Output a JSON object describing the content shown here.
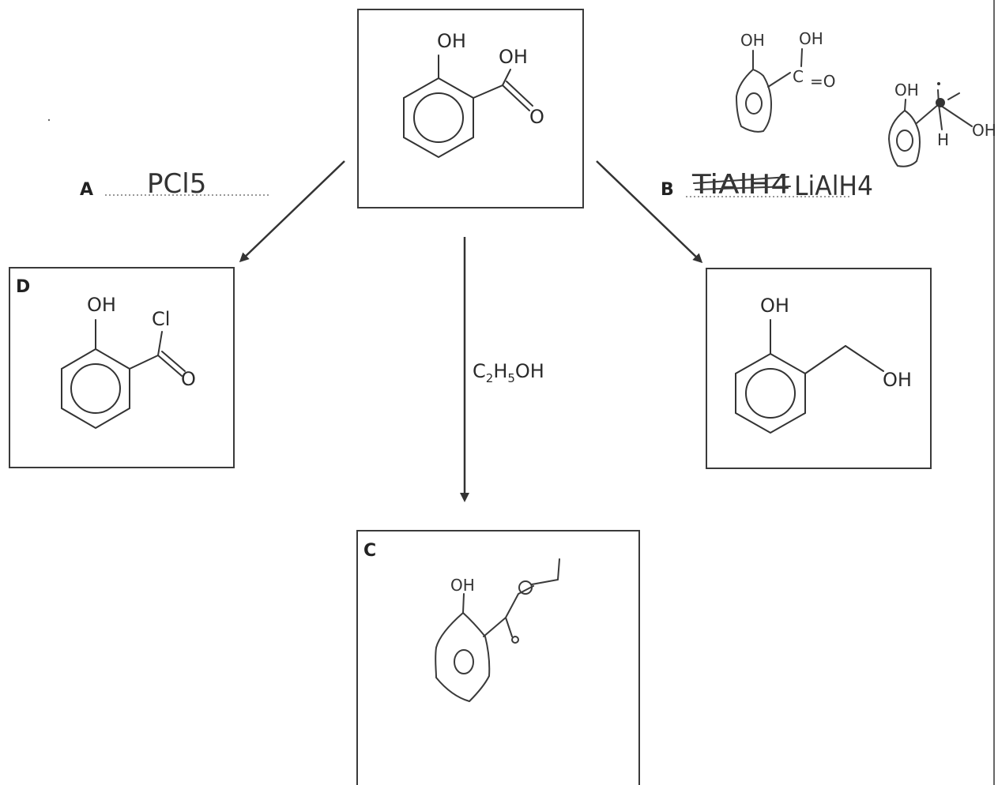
{
  "center": {
    "oh": "OH",
    "cooh_oh": "OH",
    "o": "O"
  },
  "condition_a": {
    "label": "A",
    "reagent": "PCl5"
  },
  "condition_b": {
    "label": "B",
    "reagent_crossed": "TiAlH4",
    "reagent": "LiAlH4"
  },
  "condition_c": {
    "reagent_main": "C",
    "reagent_sub1": "2",
    "reagent_mid": "H",
    "reagent_sub2": "5",
    "reagent_end": "OH"
  },
  "product_d": {
    "label": "D",
    "oh": "OH",
    "cl": "Cl",
    "o": "O"
  },
  "product_b": {
    "oh1": "OH",
    "oh2": "OH"
  },
  "product_c": {
    "label": "C",
    "oh": "OH"
  },
  "sketch_top": {
    "oh1": "OH",
    "oh2": "OH",
    "c": "C",
    "eq_o": "=O"
  },
  "sketch_right": {
    "oh1": "OH",
    "oh2": "OH",
    "h": "H"
  },
  "colors": {
    "ink": "#333333",
    "background": "#ffffff"
  }
}
